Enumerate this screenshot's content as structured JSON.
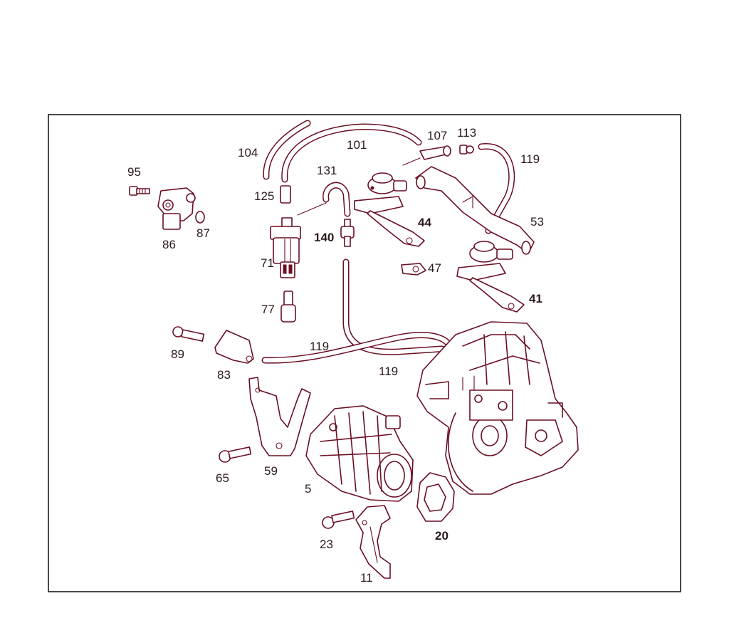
{
  "labels": {
    "p95": "95",
    "p86": "86",
    "p87": "87",
    "p104": "104",
    "p125": "125",
    "p101": "101",
    "p131": "131",
    "p71": "71",
    "p140": "140",
    "p77": "77",
    "p107": "107",
    "p113": "113",
    "p119a": "119",
    "p44": "44",
    "p47": "47",
    "p53": "53",
    "p41": "41",
    "p89": "89",
    "p83": "83",
    "p119b": "119",
    "p119c": "119",
    "p59": "59",
    "p65": "65",
    "p5": "5",
    "p20": "20",
    "p23": "23",
    "p11": "11"
  },
  "colors": {
    "line": "#6a0e22",
    "frame": "#1a1a1a",
    "text": "#2b1a1c",
    "background": "#ffffff"
  }
}
